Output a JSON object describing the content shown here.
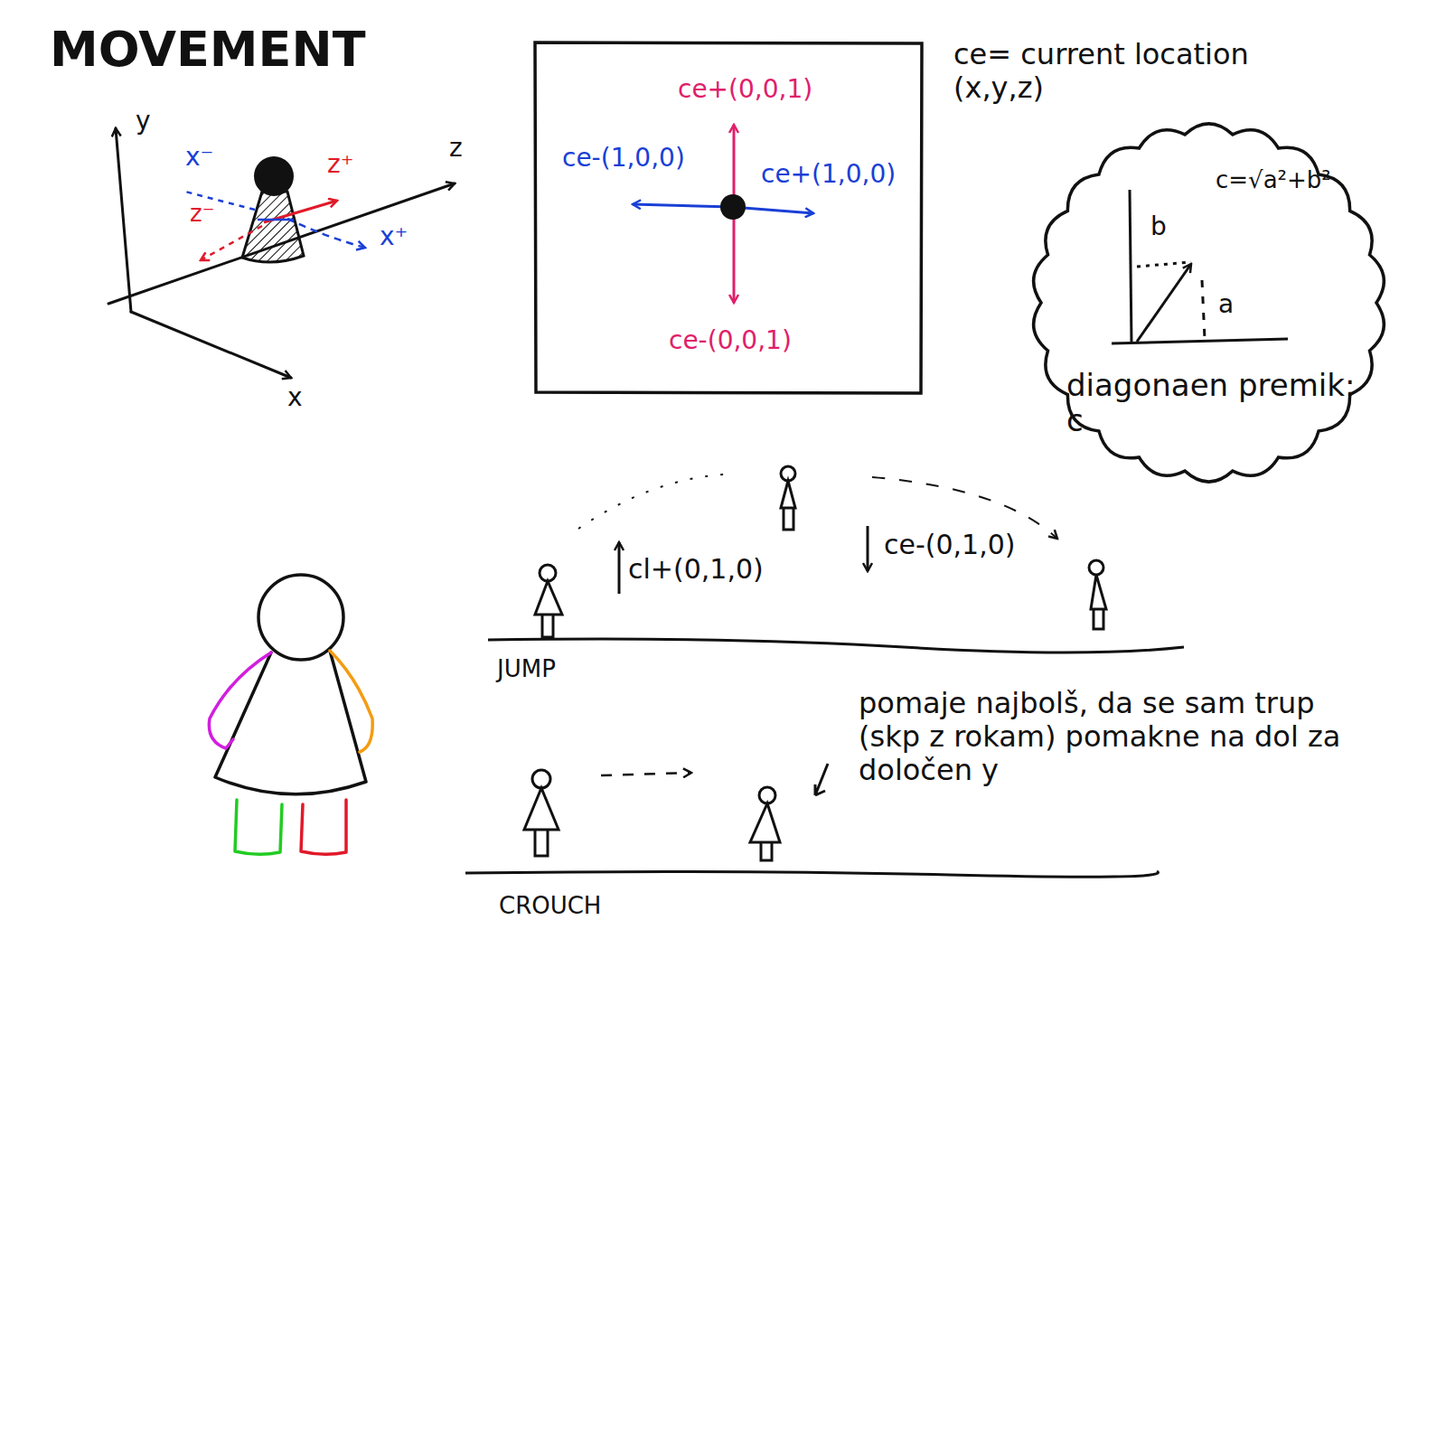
{
  "diagram": {
    "title": "MOVEMENT",
    "nodes": [
      {
        "text": [
          "ce+(0,0,1)",
          "ce-(1,0,0)",
          "ce+(1,0,0)",
          "ce-(0,0,1)"
        ]
      },
      {
        "text": [
          "c=√a²+b²",
          "b",
          "a",
          "diagonaen premik: c"
        ]
      }
    ],
    "labels": [
      "ce= current location (x,y,z)",
      "y",
      "z",
      "x",
      "x⁻",
      "z⁺",
      "z⁻",
      "x⁺",
      "cl+(0,1,0)",
      "ce-(0,1,0)",
      "JUMP",
      "CROUCH",
      "pomaje najbolš, da se sam trup (skp z rokam) pomakne na dol za določen y"
    ]
  }
}
